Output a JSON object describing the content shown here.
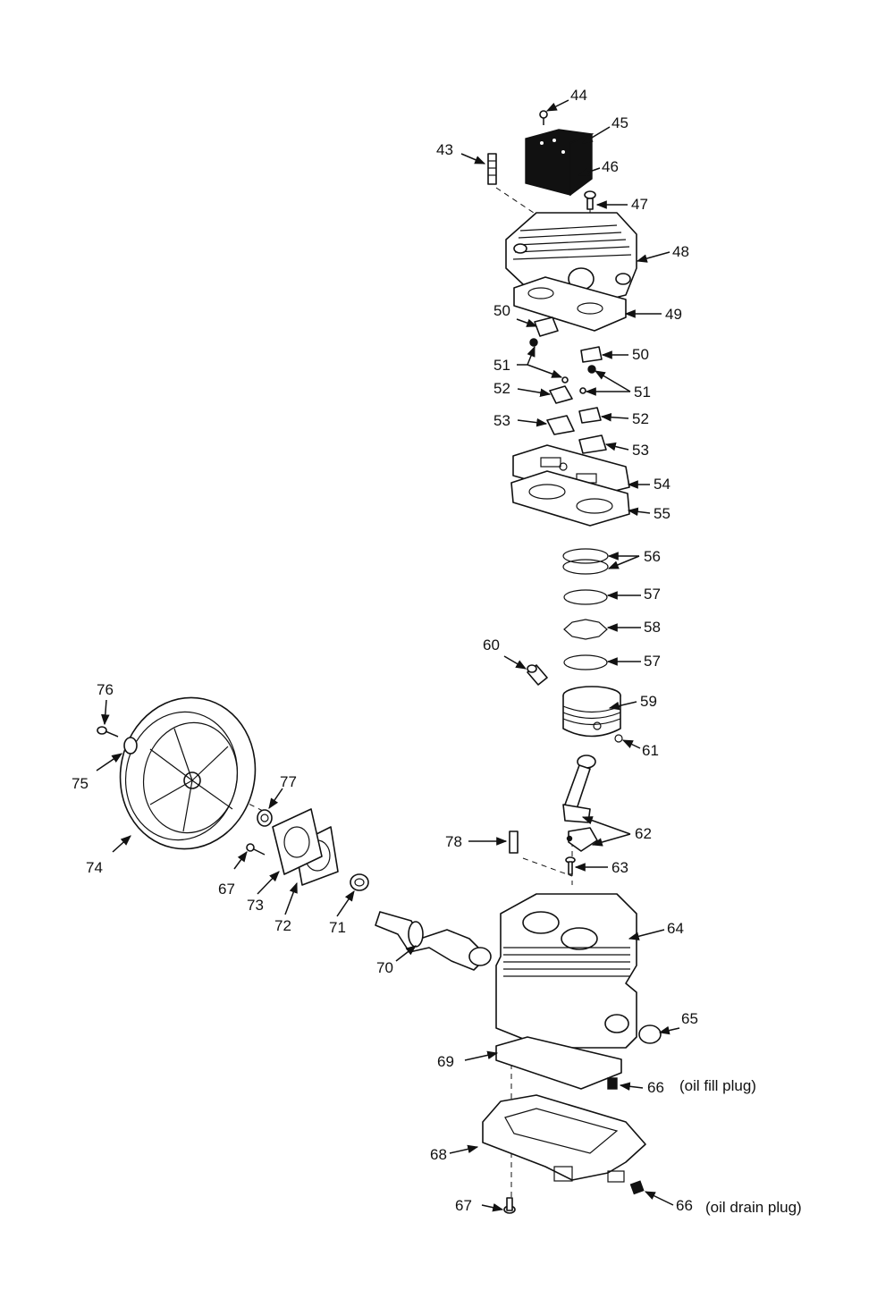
{
  "labels": {
    "p43": "43",
    "p44": "44",
    "p45": "45",
    "p46": "46",
    "p47": "47",
    "p48": "48",
    "p49": "49",
    "p50a": "50",
    "p50b": "50",
    "p51a": "51",
    "p51b": "51",
    "p52a": "52",
    "p52b": "52",
    "p53a": "53",
    "p53b": "53",
    "p54": "54",
    "p55": "55",
    "p56": "56",
    "p57a": "57",
    "p57b": "57",
    "p58": "58",
    "p59": "59",
    "p60": "60",
    "p61": "61",
    "p62": "62",
    "p63": "63",
    "p64": "64",
    "p65": "65",
    "p66a": "66",
    "p66a_note": "(oil fill plug)",
    "p66b": "66",
    "p66b_note": "(oil drain plug)",
    "p67a": "67",
    "p67b": "67",
    "p68": "68",
    "p69": "69",
    "p70": "70",
    "p71": "71",
    "p72": "72",
    "p73": "73",
    "p74": "74",
    "p75": "75",
    "p76": "76",
    "p77": "77",
    "p78": "78"
  }
}
